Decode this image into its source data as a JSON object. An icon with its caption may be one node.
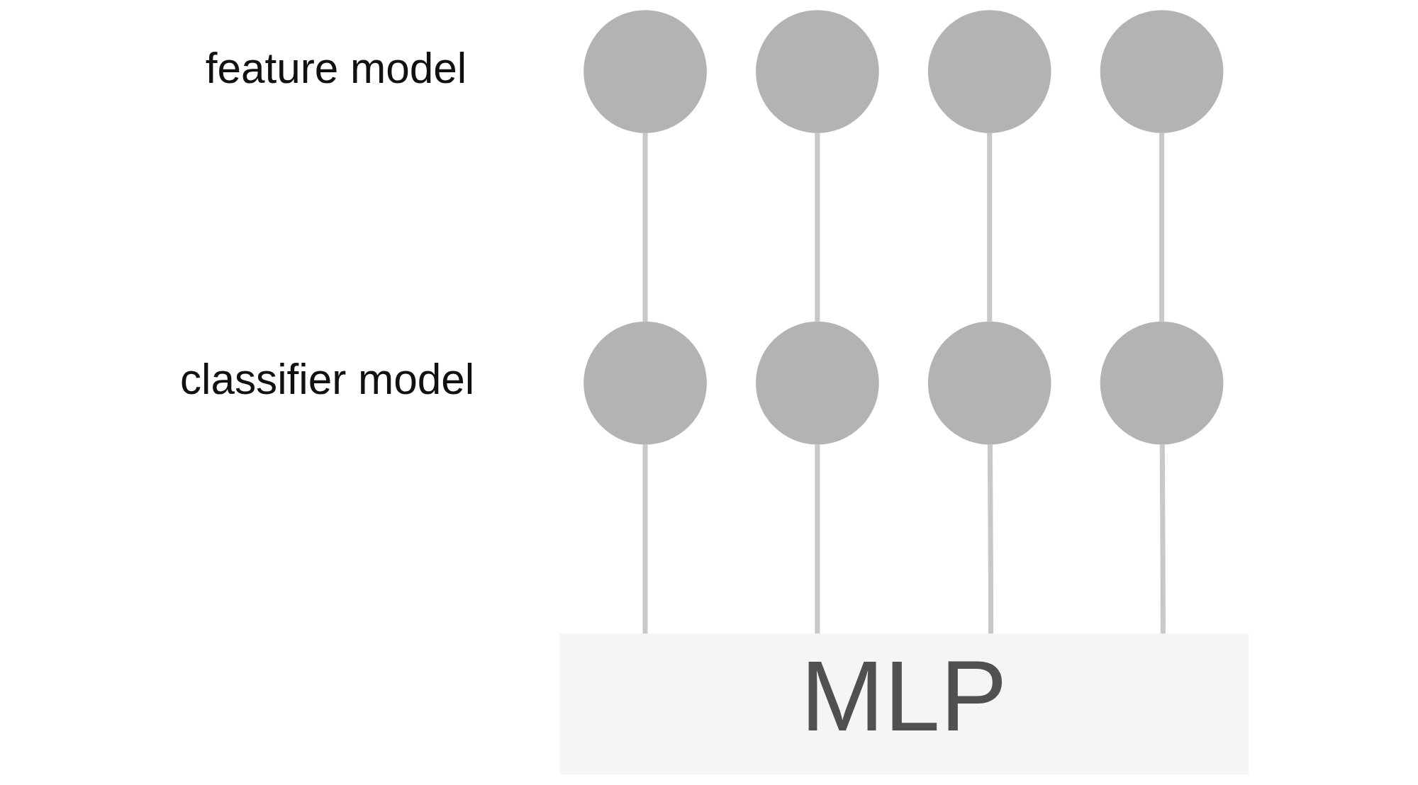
{
  "diagram": {
    "nodes": [
      {
        "text": [],
        "shape": "circle"
      },
      {
        "text": [],
        "shape": "circle"
      },
      {
        "text": [],
        "shape": "circle"
      },
      {
        "text": [],
        "shape": "circle"
      },
      {
        "text": [],
        "shape": "circle"
      },
      {
        "text": [],
        "shape": "circle"
      },
      {
        "text": [],
        "shape": "circle"
      },
      {
        "text": [],
        "shape": "circle"
      },
      {
        "text": [
          "MLP"
        ]
      }
    ],
    "edges": [
      {
        "from": 0,
        "to": 4,
        "arrow": "none"
      },
      {
        "from": 1,
        "to": 5,
        "arrow": "none"
      },
      {
        "from": 2,
        "to": 6,
        "arrow": "none"
      },
      {
        "from": 3,
        "to": 7,
        "arrow": "none"
      },
      {
        "from": 4,
        "to": 8,
        "arrow": "none"
      },
      {
        "from": 5,
        "to": 8,
        "arrow": "none"
      },
      {
        "from": 6,
        "to": 8,
        "arrow": "none"
      },
      {
        "from": 7,
        "to": 8,
        "arrow": "none"
      }
    ],
    "labels": [
      "feature model",
      "classifier model"
    ]
  }
}
